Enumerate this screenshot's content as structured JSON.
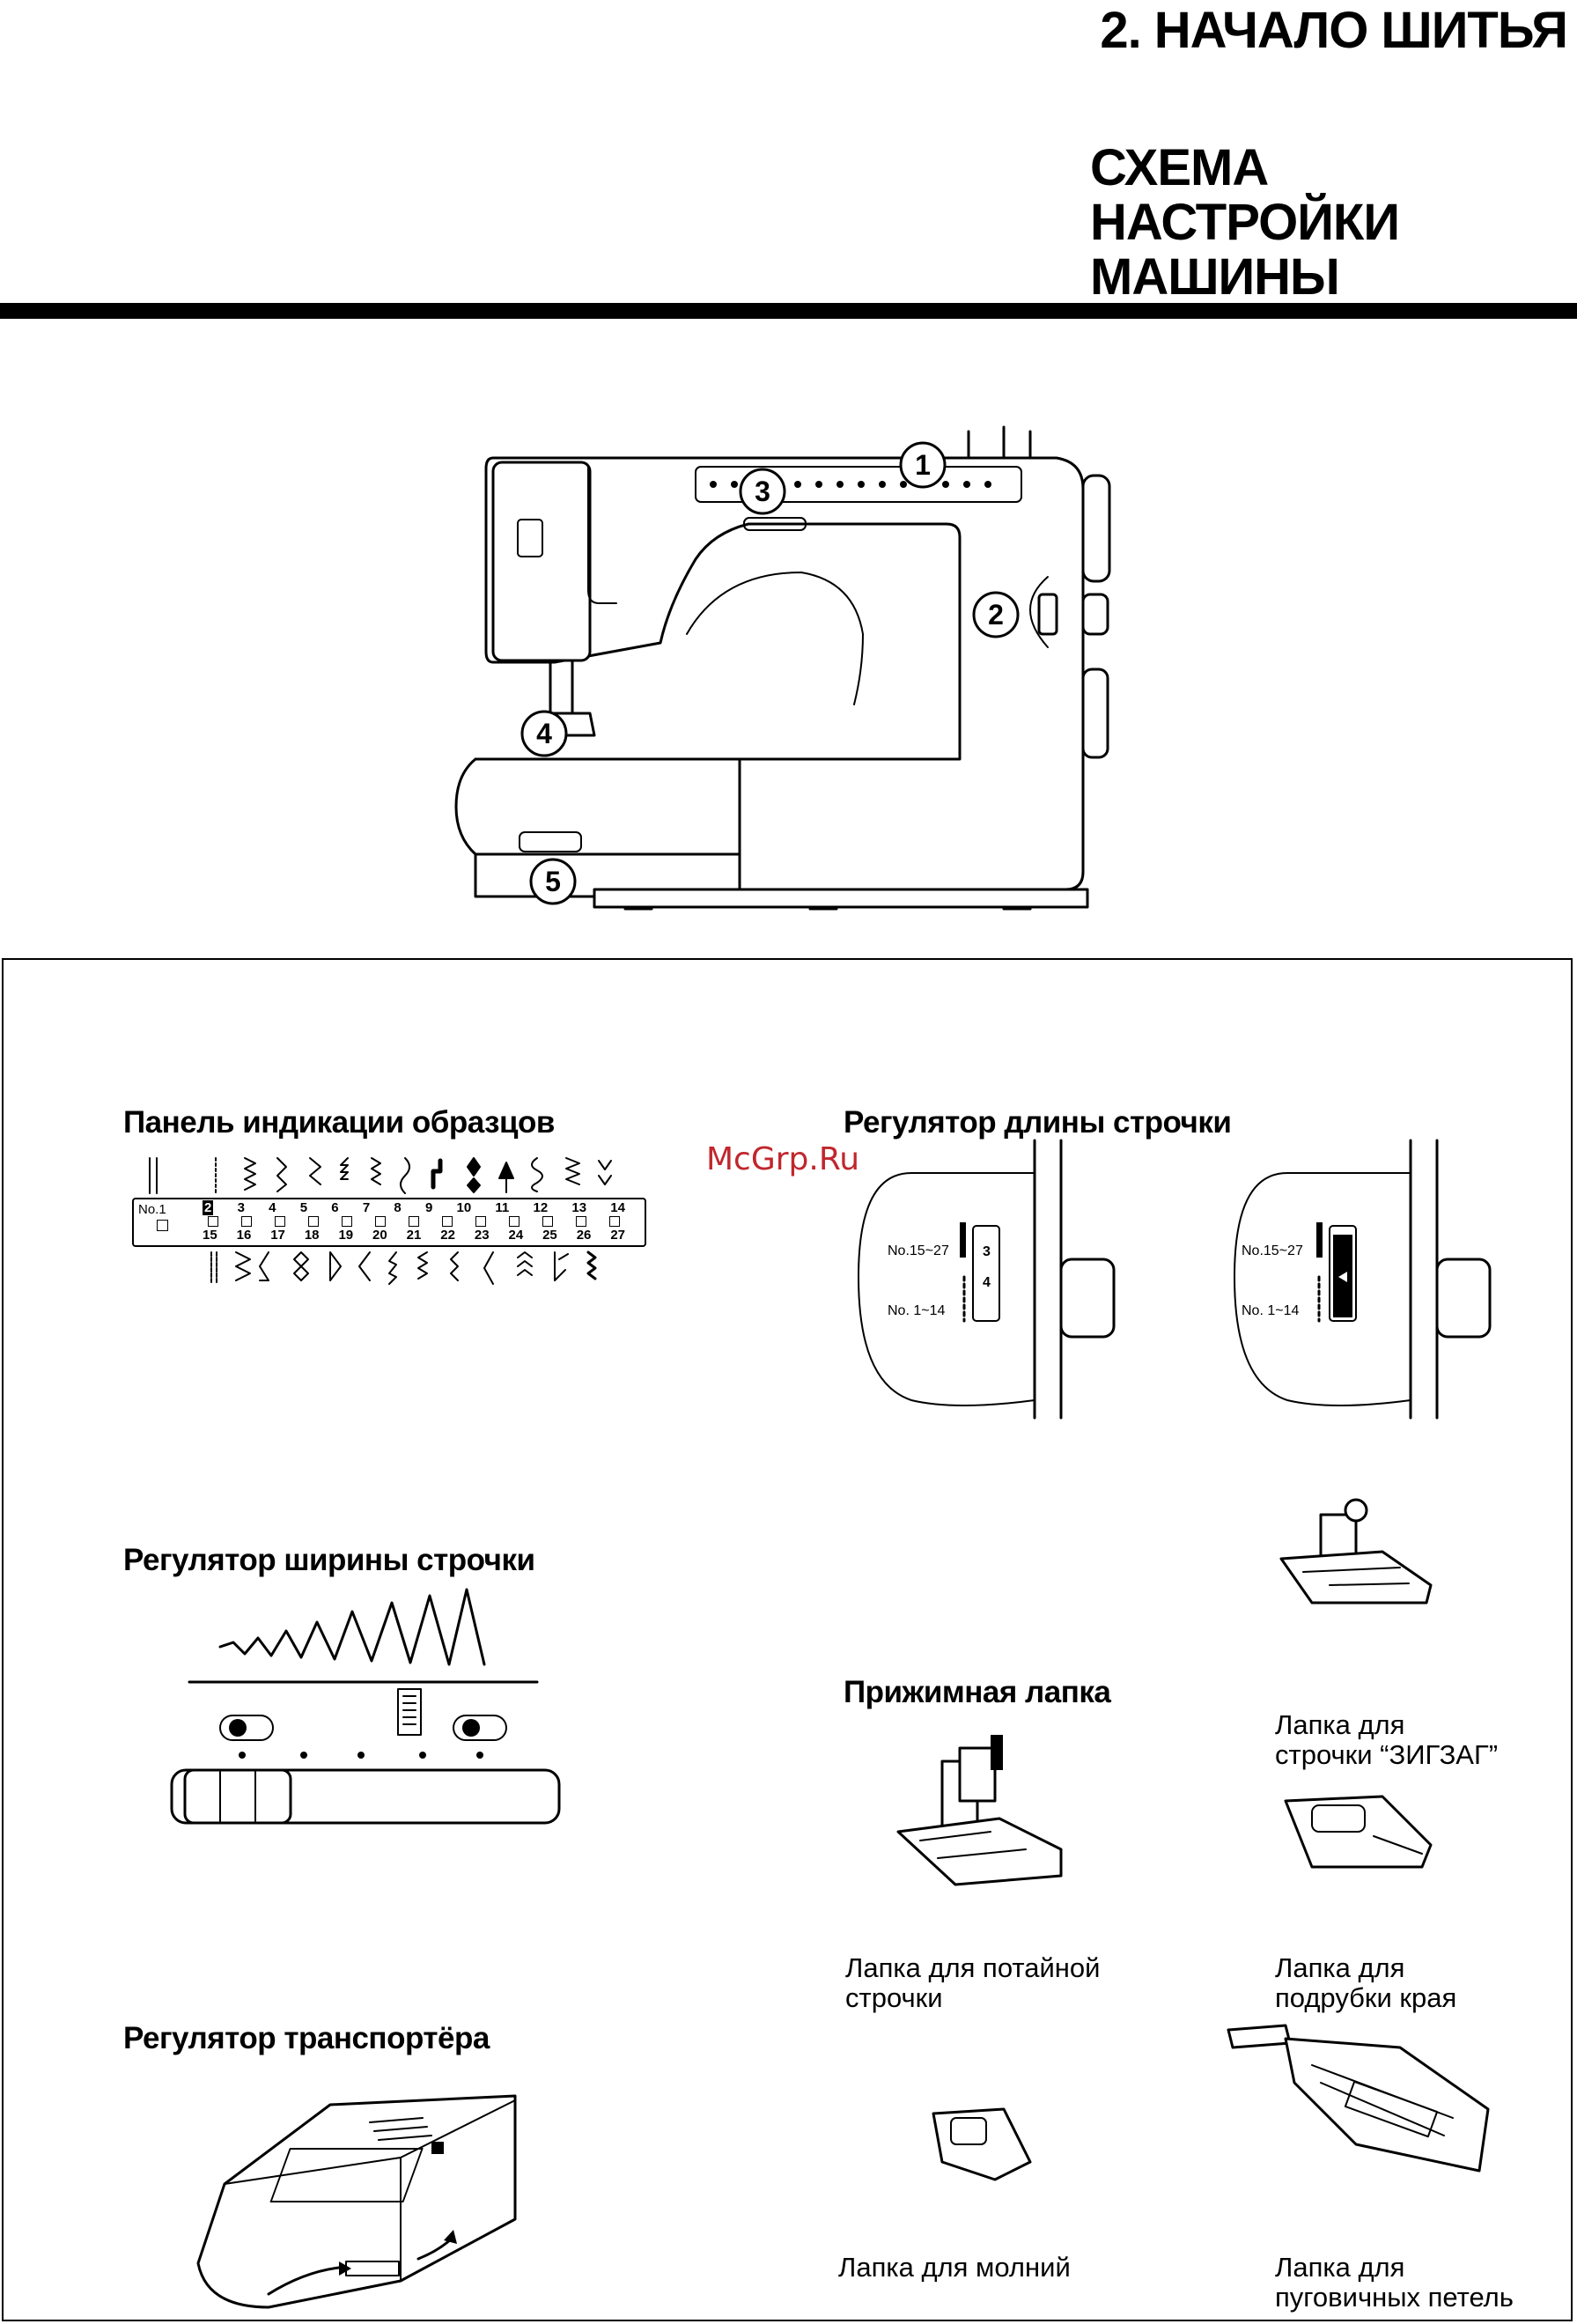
{
  "header": {
    "chapter_title": "2. НАЧАЛО ШИТЬЯ",
    "section_title_lines": [
      "СХЕМА",
      "НАСТРОЙКИ",
      "МАШИНЫ"
    ]
  },
  "machine": {
    "callouts": [
      "1",
      "2",
      "3",
      "4",
      "5"
    ]
  },
  "watermark": "McGrp.Ru",
  "pattern_panel": {
    "title": "Панель индикации образцов",
    "first_label": "No.1",
    "top_numbers": [
      "2",
      "3",
      "4",
      "5",
      "6",
      "7",
      "8",
      "9",
      "10",
      "11",
      "12",
      "13",
      "14"
    ],
    "bottom_numbers": [
      "15",
      "16",
      "17",
      "18",
      "19",
      "20",
      "21",
      "22",
      "23",
      "24",
      "25",
      "26",
      "27"
    ]
  },
  "stitch_length": {
    "title": "Регулятор длины строчки",
    "range_upper": "No.15~27",
    "range_lower": "No. 1~14",
    "dial_values": [
      "3",
      "4"
    ]
  },
  "stitch_width": {
    "title": "Регулятор ширины строчки"
  },
  "feed_dog": {
    "title": "Регулятор транспортёра"
  },
  "presser_foot": {
    "title": "Прижимная лапка",
    "feet": [
      {
        "label": "Лапка для строчки “ЗИГЗАГ”",
        "lines": [
          "Лапка для",
          "строчки “ЗИГЗАГ”"
        ]
      },
      {
        "label": "Лапка для потайной строчки",
        "lines": [
          "Лапка для потайной",
          "строчки"
        ]
      },
      {
        "label": "Лапка для подрубки края",
        "lines": [
          "Лапка для",
          "подрубки края"
        ]
      },
      {
        "label": "Лапка для молний",
        "lines": [
          "Лапка для молний"
        ]
      },
      {
        "label": "Лапка для пуговичных петель",
        "lines": [
          "Лапка для",
          "пуговичных петель"
        ]
      }
    ]
  }
}
